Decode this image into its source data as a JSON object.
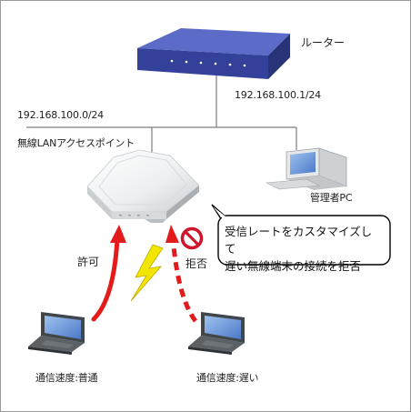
{
  "labels": {
    "router": "ルーター",
    "router_ip": "192.168.100.1/24",
    "network": "192.168.100.0/24",
    "access_point": "無線LANアクセスポイント",
    "admin_pc": "管理者PC",
    "allow": "許可",
    "deny": "拒否",
    "speed_normal": "通信速度:普通",
    "speed_slow": "通信速度:遅い"
  },
  "callout": {
    "line1": "受信レートをカスタマイズして",
    "line2": "遅い無線端末の接続を拒否"
  },
  "colors": {
    "router_body": "#3c4aa0",
    "arrow": "#e41b1b",
    "lightning": "#f2e600",
    "prohibit": "#d0142a",
    "network_line": "#7d7d7d"
  },
  "icons": [
    "router-icon",
    "access-point-icon",
    "pc-icon",
    "laptop-icon",
    "lightning-icon",
    "prohibited-icon"
  ]
}
